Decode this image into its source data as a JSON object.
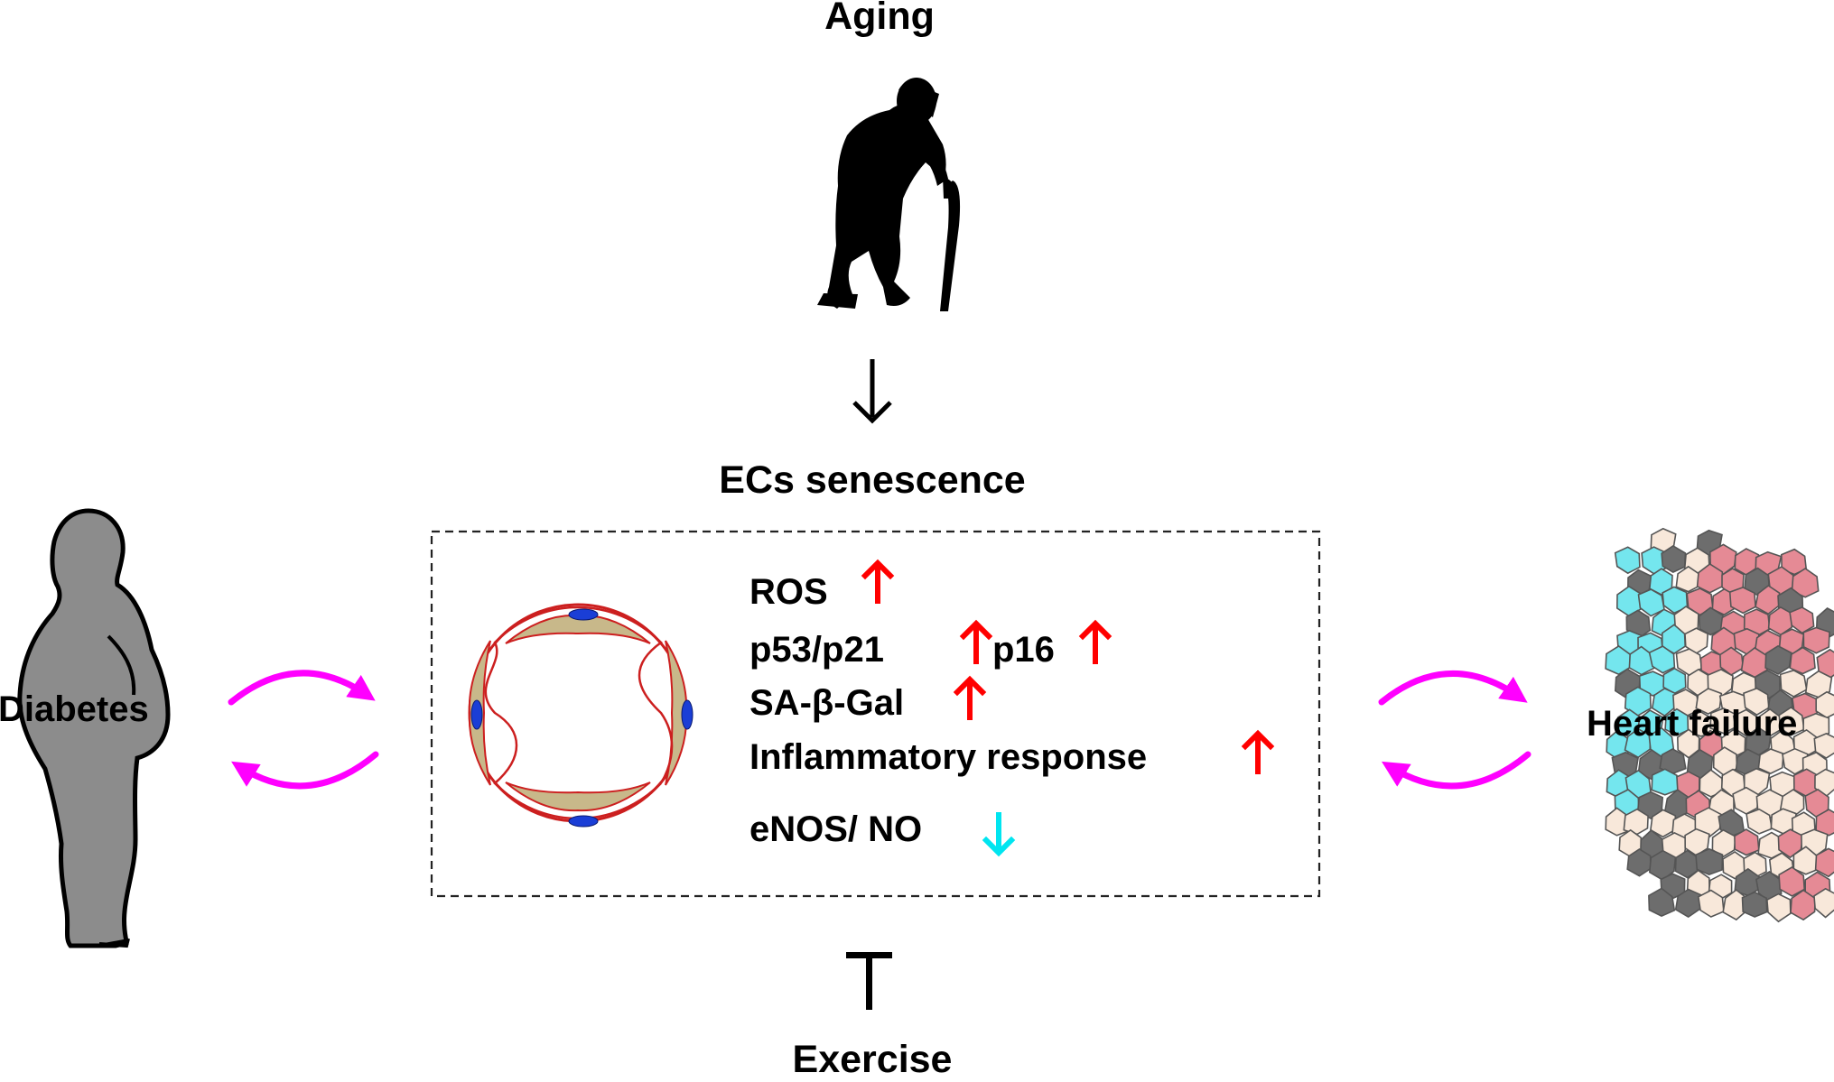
{
  "labels": {
    "aging": "Aging",
    "ec_senescence": "ECs senescence",
    "exercise": "Exercise",
    "diabetes": "Diabetes",
    "heart_failure": "Heart failure"
  },
  "markers": [
    {
      "text": "ROS",
      "direction": "up"
    },
    {
      "text": "p53/p21",
      "direction": "up"
    },
    {
      "text": "p16",
      "direction": "up"
    },
    {
      "text": "SA-β-Gal",
      "direction": "up"
    },
    {
      "text": "Inflammatory response",
      "direction": "up"
    },
    {
      "text": "eNOS/ NO",
      "direction": "down"
    }
  ],
  "colors": {
    "increase_arrow": "#ff0000",
    "decrease_arrow": "#00e5f0",
    "feedback_arrows": "#ff00ff",
    "silhouette_aging": "#000000",
    "silhouette_diabetes": "#8c8c8c",
    "vessel_wall": "#c8b88a",
    "vessel_outline": "#cc1f1f",
    "nucleus": "#1a3ed6",
    "heart_pink": "#e58a95",
    "heart_cream": "#f8e8da",
    "heart_cyan": "#74e6ee",
    "heart_gray": "#6d6d6d"
  },
  "icons": [
    "elderly-person-with-cane-icon",
    "obese-person-silhouette-icon",
    "endothelial-vessel-cross-section-icon",
    "heart-tissue-mosaic-icon"
  ]
}
